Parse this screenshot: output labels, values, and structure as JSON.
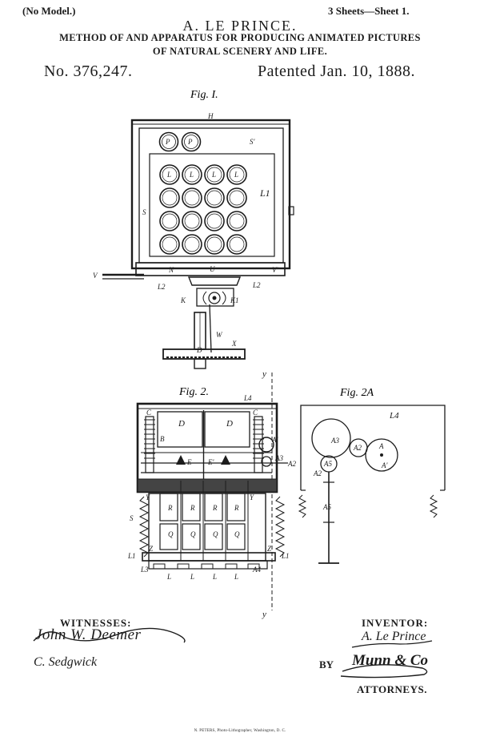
{
  "header": {
    "model_note": "(No Model.)",
    "sheets": "3 Sheets—Sheet 1.",
    "inventor_name": "A. LE PRINCE.",
    "title_line1": "METHOD OF AND APPARATUS FOR PRODUCING ANIMATED PICTURES",
    "title_line2": "OF NATURAL SCENERY AND LIFE.",
    "patent_number": "No. 376,247.",
    "patent_date": "Patented Jan. 10, 1888."
  },
  "figures": {
    "fig1_label": "Fig. I.",
    "fig2_label": "Fig. 2.",
    "fig2a_label": "Fig. 2A"
  },
  "reference_labels": {
    "fig1": [
      "H",
      "P",
      "P",
      "S'",
      "L",
      "L",
      "L",
      "L",
      "L1",
      "S",
      "V",
      "N",
      "U",
      "V'",
      "L2",
      "L2",
      "K",
      "K1",
      "W",
      "X",
      "D"
    ],
    "fig2": [
      "y",
      "L4",
      "C",
      "C",
      "D",
      "D",
      "B",
      "A'",
      "A3",
      "A2",
      "E",
      "E'",
      "Y",
      "Y",
      "S",
      "R",
      "R",
      "R",
      "R",
      "Q",
      "Q",
      "Q",
      "Q",
      "Z",
      "Z",
      "L1",
      "L1",
      "L3",
      "L",
      "L",
      "L",
      "L",
      "A4",
      "y"
    ],
    "fig2a": [
      "L4",
      "A3",
      "A2",
      "A",
      "A'",
      "A5",
      "A2",
      "A5"
    ]
  },
  "lens_grid": {
    "rows": 4,
    "cols": 4,
    "top_row_letter": "L"
  },
  "witnesses": {
    "heading": "WITNESSES:",
    "signature1": "John W. Deemer",
    "signature2": "C. Sedgwick"
  },
  "inventor": {
    "heading": "INVENTOR:",
    "signature": "A. Le Prince",
    "by": "BY",
    "attorney_signature": "Munn & Co",
    "attorneys": "ATTORNEYS."
  },
  "footer": {
    "imprint": "N. PETERS, Photo-Lithographer, Washington, D. C."
  },
  "colors": {
    "ink": "#1c1c1c",
    "paper": "#ffffff"
  }
}
